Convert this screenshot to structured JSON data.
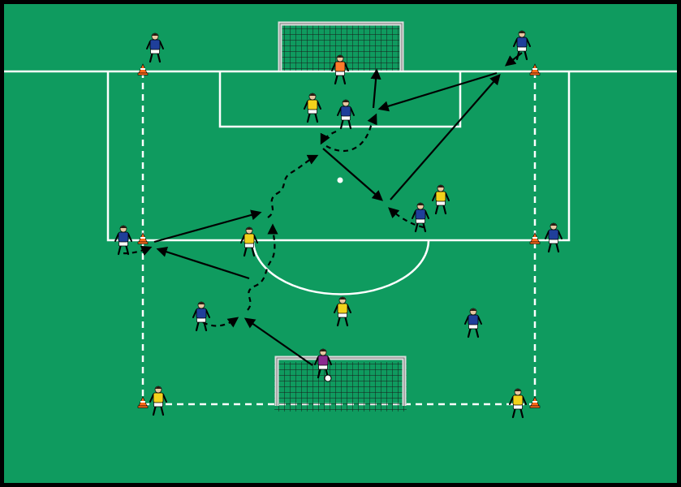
{
  "colors": {
    "border": "#000000",
    "pitch": "#0f9b5f",
    "line": "#ffffff",
    "net": "#1a1a1a",
    "arrow": "#000000",
    "cone": "#ff6a1a",
    "team_blue_shirt": "#1f3f9a",
    "team_yellow_shirt": "#f2d21b",
    "keeper_orange": "#ff7a2a",
    "keeper_purple": "#8a2b8f",
    "shorts_white": "#ffffff",
    "ball": "#ffffff"
  },
  "players": [
    {
      "id": "p1",
      "team": "blue",
      "role": "field"
    },
    {
      "id": "p2",
      "team": "blue",
      "role": "field"
    },
    {
      "id": "p3",
      "team": "orange",
      "role": "keeper"
    },
    {
      "id": "p4",
      "team": "yellow",
      "role": "field"
    },
    {
      "id": "p5",
      "team": "blue",
      "role": "field"
    },
    {
      "id": "p6",
      "team": "yellow",
      "role": "field"
    },
    {
      "id": "p7",
      "team": "blue",
      "role": "field"
    },
    {
      "id": "p8",
      "team": "blue",
      "role": "field"
    },
    {
      "id": "p9",
      "team": "yellow",
      "role": "field"
    },
    {
      "id": "p10",
      "team": "blue",
      "role": "field"
    },
    {
      "id": "p11",
      "team": "blue",
      "role": "field"
    },
    {
      "id": "p12",
      "team": "yellow",
      "role": "field"
    },
    {
      "id": "p13",
      "team": "blue",
      "role": "field"
    },
    {
      "id": "p14",
      "team": "purple",
      "role": "keeper"
    },
    {
      "id": "p15",
      "team": "yellow",
      "role": "field"
    },
    {
      "id": "p16",
      "team": "yellow",
      "role": "field"
    }
  ]
}
